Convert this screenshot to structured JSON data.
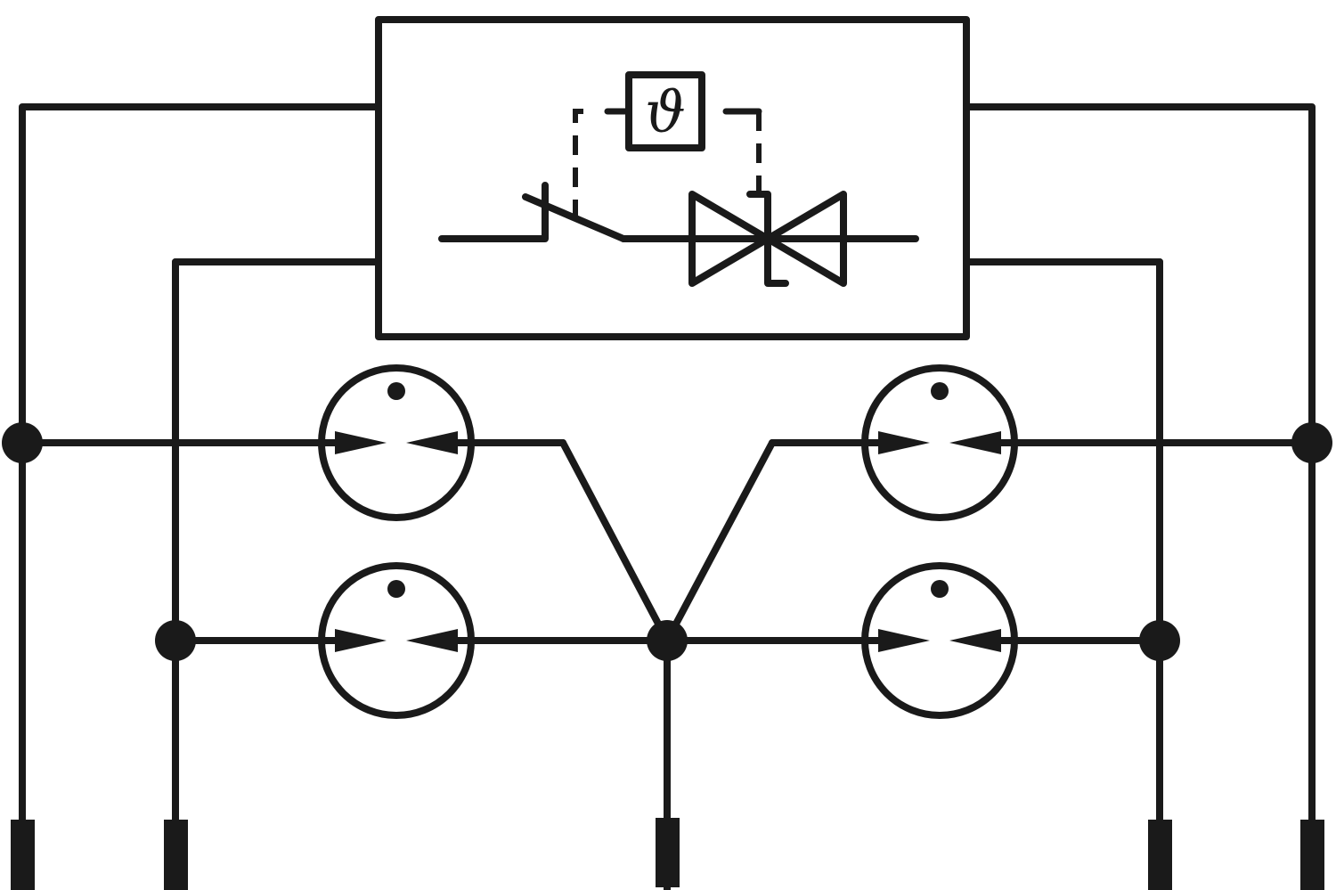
{
  "colors": {
    "ink": "#1a1a1a",
    "background": "#ffffff"
  },
  "thermal_sensor": {
    "symbol": "ϑ",
    "icon": "theta-temperature-icon"
  },
  "components": {
    "protection_module": "rectangle-enclosure",
    "thermal_disconnector": "switch-contact-icon",
    "bidirectional_suppressor": "bidirectional-diode-icon",
    "spark_gaps": [
      "spark-gap-icon",
      "spark-gap-icon",
      "spark-gap-icon",
      "spark-gap-icon"
    ],
    "terminals": [
      "terminal-pin",
      "terminal-pin",
      "terminal-pin",
      "terminal-pin",
      "terminal-pin"
    ]
  }
}
